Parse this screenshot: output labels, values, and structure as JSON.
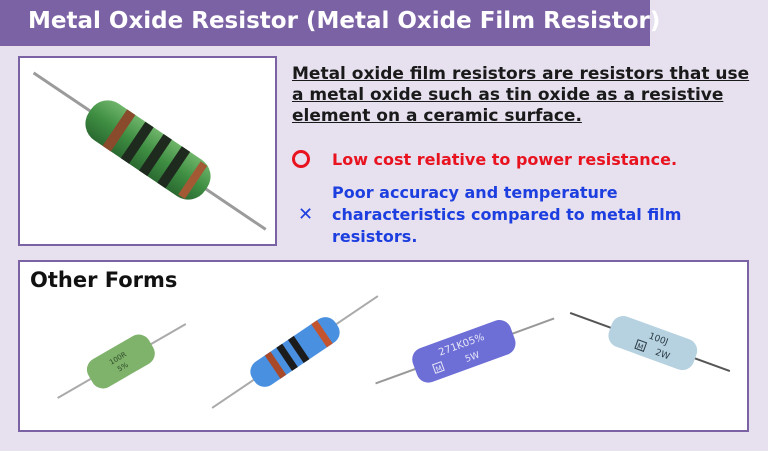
{
  "title": "Metal Oxide Resistor (Metal Oxide Film Resistor)",
  "description": "Metal oxide film resistors are resistors that use a metal oxide such as tin oxide as a resistive element on a ceramic surface.",
  "pros": [
    {
      "icon": "circle-icon",
      "text": "Low cost relative to power resistance."
    }
  ],
  "cons": [
    {
      "icon": "cross-icon",
      "text": "Poor accuracy and temperature characteristics compared to metal film resistors."
    }
  ],
  "other_forms": {
    "heading": "Other Forms",
    "items": [
      {
        "name": "green-resistor",
        "marking_line1": "100R",
        "marking_line2": "5%"
      },
      {
        "name": "blue-resistor"
      },
      {
        "name": "purple-resistor",
        "marking_line1": "271K05%",
        "marking_line2": "5W",
        "logo": "M"
      },
      {
        "name": "light-blue-resistor",
        "marking_line1": "100J",
        "marking_line2": "2W",
        "logo": "M"
      }
    ]
  },
  "colors": {
    "accent": "#7b62a5",
    "background": "#e7e0ef",
    "pro": "#e8131f",
    "con": "#1d3fe0"
  }
}
